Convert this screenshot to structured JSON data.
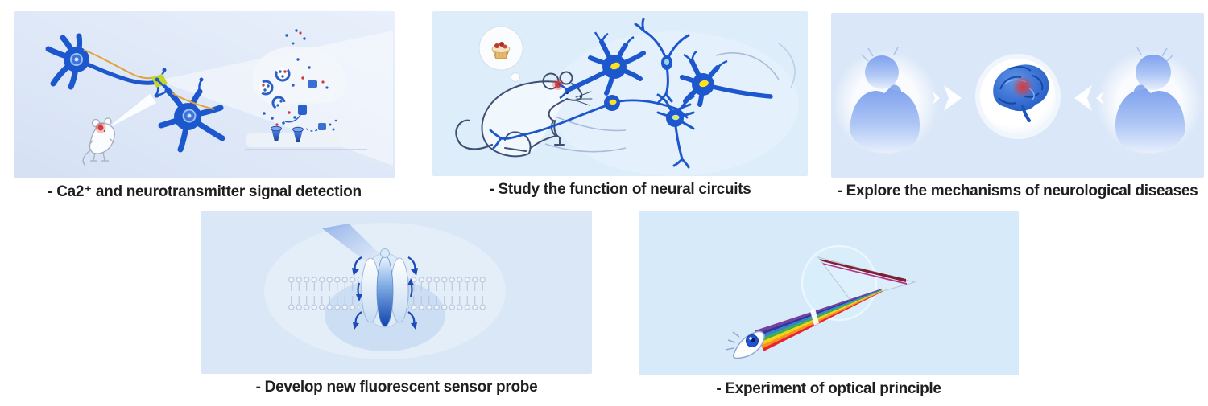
{
  "figure": {
    "panels": [
      {
        "id": "ca-signal-detection",
        "caption": "- Ca2⁺ and neurotransmitter signal detection",
        "illustration": "neurons-synapse-mouse-illustration"
      },
      {
        "id": "neural-circuits",
        "caption": "- Study the function of neural circuits",
        "illustration": "mouse-thought-neurons-illustration"
      },
      {
        "id": "neurological-diseases",
        "caption": "- Explore the mechanisms of neurological diseases",
        "illustration": "patients-brain-illustration"
      },
      {
        "id": "fluorescent-probe",
        "caption": "- Develop new fluorescent sensor probe",
        "illustration": "membrane-channel-protein-illustration"
      },
      {
        "id": "optical-principle",
        "caption": "- Experiment of optical principle",
        "illustration": "eye-prism-rainbow-illustration"
      }
    ],
    "colors": {
      "panel_background": "#dbe9f8",
      "neuron_blue": "#1d57cd",
      "nucleus_yellow": "#ffe21f",
      "synapse_flash_yellow": "#c3d629",
      "myelin_orange": "#e2a23c",
      "caption_text": "#1f1f1f",
      "alert_red": "#da392f",
      "silhouette_blue": "#7fa2ee",
      "rainbow": [
        "#7a3f9c",
        "#33369e",
        "#2e86c8",
        "#3fae49",
        "#f5d312",
        "#f7941d",
        "#e8252a"
      ]
    }
  }
}
